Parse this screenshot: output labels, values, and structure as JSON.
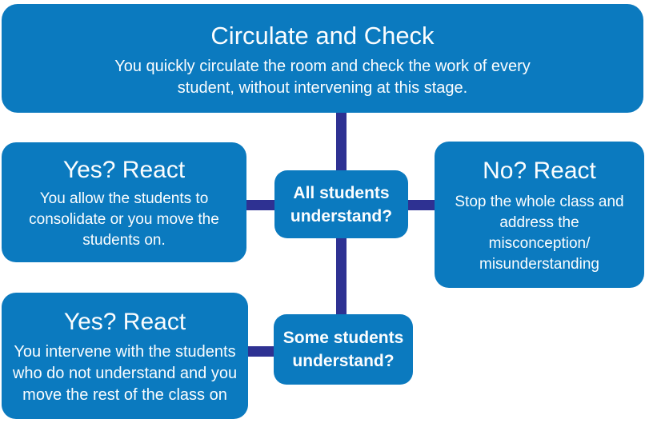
{
  "colors": {
    "box_blue": "#0b7abf",
    "connector_blue": "#2e3192",
    "text": "#fbfdfe"
  },
  "diagram": {
    "top": {
      "title": "Circulate and Check",
      "lines": [
        "You quickly circulate the room and check the work of every",
        "student, without intervening at this stage."
      ]
    },
    "left": {
      "title": "Yes? React",
      "lines": [
        "You allow the students to",
        "consolidate or you move the",
        "students on."
      ]
    },
    "all_students": {
      "lines": [
        "All students",
        "understand?"
      ]
    },
    "right": {
      "title": "No? React",
      "lines": [
        "Stop the whole class and",
        "address the",
        "misconception/",
        "misunderstanding"
      ]
    },
    "bottom_left": {
      "title": "Yes? React",
      "lines": [
        "You intervene with the students",
        "who do not understand and you",
        "move the rest of the class on"
      ]
    },
    "some_students": {
      "lines": [
        "Some students",
        "understand?"
      ]
    }
  }
}
